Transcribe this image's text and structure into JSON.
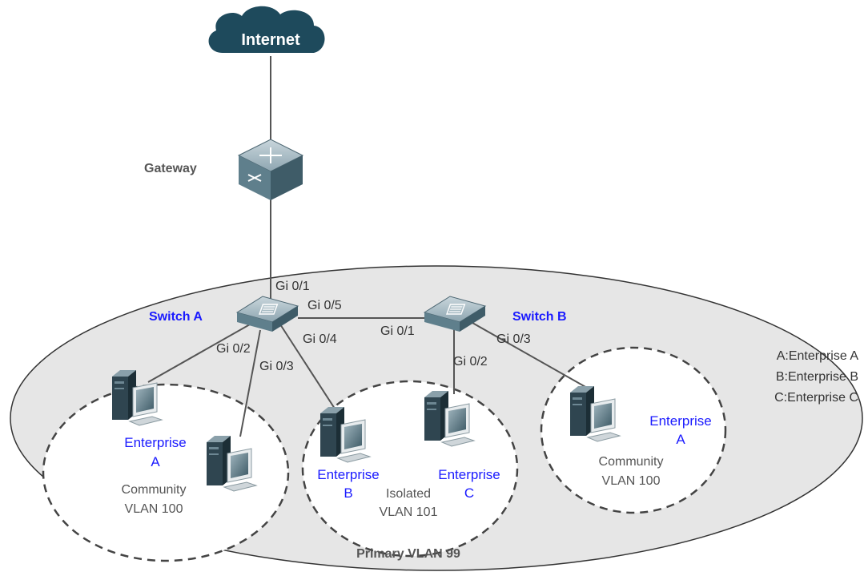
{
  "cloud": {
    "label": "Internet"
  },
  "gateway": {
    "label": "Gateway"
  },
  "switches": [
    {
      "label": "Switch A"
    },
    {
      "label": "Switch B"
    }
  ],
  "ports": {
    "sa_gi01": "Gi 0/1",
    "sa_gi05": "Gi 0/5",
    "sa_gi04": "Gi 0/4",
    "sa_gi02": "Gi 0/2",
    "sa_gi03": "Gi 0/3",
    "sb_gi01": "Gi 0/1",
    "sb_gi02": "Gi 0/2",
    "sb_gi03": "Gi 0/3"
  },
  "primary_vlan": {
    "label": "Primary VLAN 99"
  },
  "groups": {
    "left": {
      "type": "Community",
      "vlan": "VLAN 100"
    },
    "middle": {
      "type": "Isolated",
      "vlan": "VLAN 101"
    },
    "right": {
      "type": "Community",
      "vlan": "VLAN 100"
    }
  },
  "hosts": {
    "left_ent": {
      "line1": "Enterprise",
      "line2": "A"
    },
    "mid_b": {
      "line1": "Enterprise",
      "line2": "B"
    },
    "mid_c": {
      "line1": "Enterprise",
      "line2": "C"
    },
    "right_ent": {
      "line1": "Enterprise",
      "line2": "A"
    }
  },
  "legend": [
    "A:Enterprise A",
    "B:Enterprise B",
    "C:Enterprise C"
  ],
  "colors": {
    "cloud": "#1e4a5c",
    "switch": "#5f7f8c",
    "label_blue": "#1a1aff",
    "vlan_fill": "#e6e6e6"
  }
}
